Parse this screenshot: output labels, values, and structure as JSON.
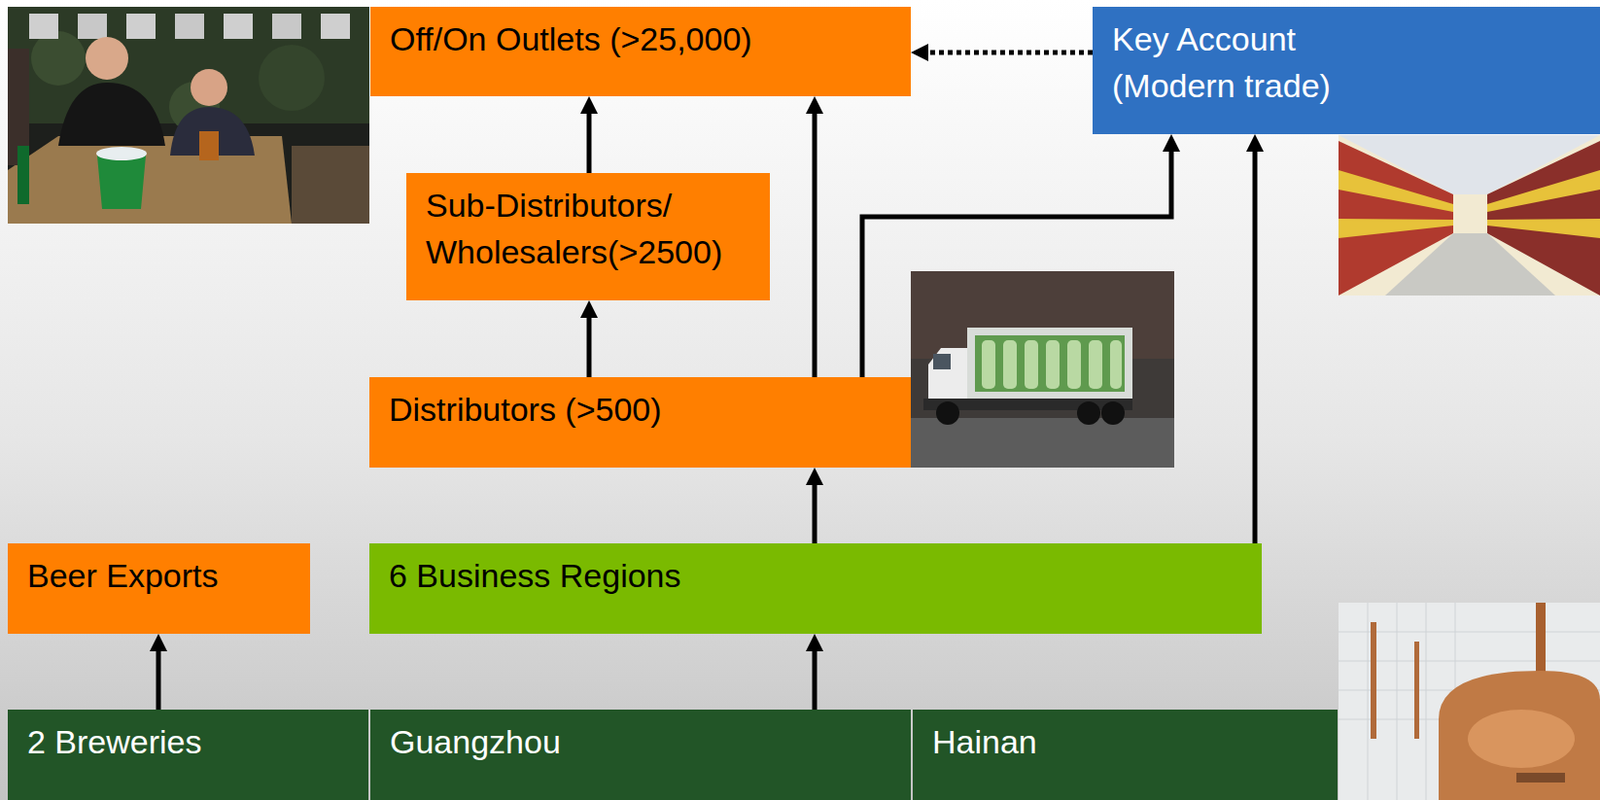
{
  "diagram": {
    "nodes": [
      {
        "text": [
          "Off/On Outlets (>25,000)"
        ]
      },
      {
        "text": [
          "Key Account (Modern trade)"
        ]
      },
      {
        "text": [
          "Sub-Distributors/ Wholesalers(>2500)"
        ]
      },
      {
        "text": [
          "Distributors (>500)"
        ]
      },
      {
        "text": [
          "Beer Exports"
        ]
      },
      {
        "text": [
          "6 Business Regions"
        ]
      },
      {
        "text": [
          "2 Breweries"
        ]
      },
      {
        "text": [
          "Guangzhou"
        ]
      },
      {
        "text": [
          "Hainan"
        ]
      }
    ],
    "edges": [
      {
        "from": 3,
        "to": 2,
        "arrow": "to"
      },
      {
        "from": 2,
        "to": 0,
        "arrow": "to"
      },
      {
        "from": 3,
        "to": 0,
        "arrow": "to"
      },
      {
        "from": 3,
        "to": 1,
        "arrow": "to"
      },
      {
        "from": 1,
        "to": 0,
        "arrow": "to"
      },
      {
        "from": 5,
        "to": 3,
        "arrow": "to"
      },
      {
        "from": 5,
        "to": 1,
        "arrow": "to"
      },
      {
        "from": 6,
        "to": 4,
        "arrow": "to"
      },
      {
        "from": 7,
        "to": 5,
        "arrow": "to"
      }
    ]
  }
}
